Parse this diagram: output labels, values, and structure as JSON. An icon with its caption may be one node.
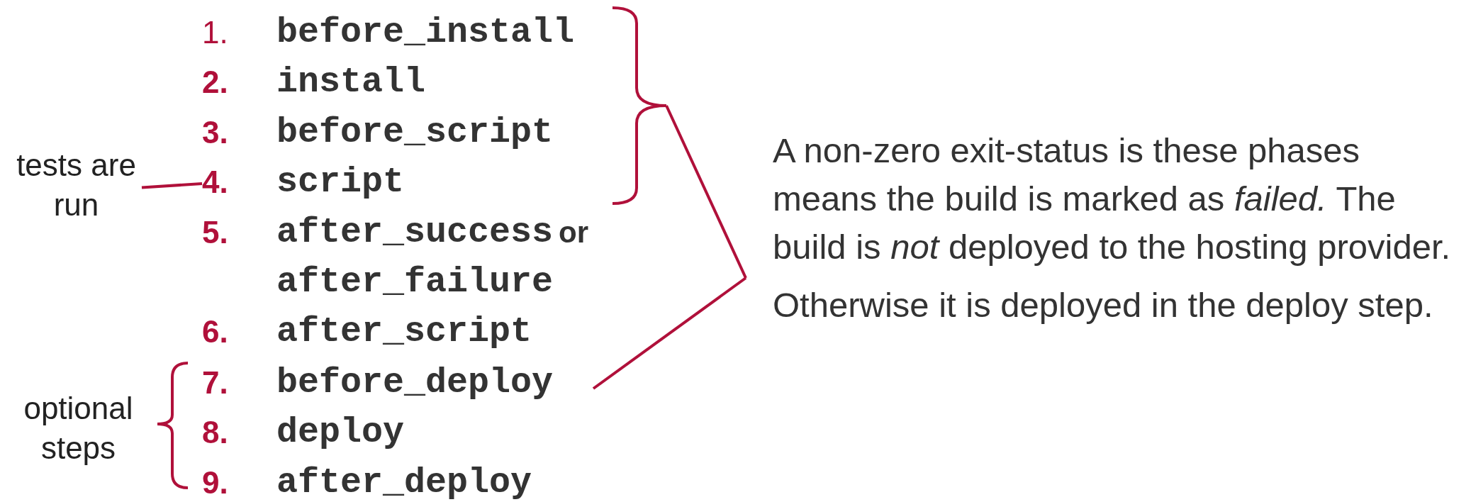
{
  "diagram": {
    "nodes": [
      {
        "text": [
          "1.",
          "before_install"
        ]
      },
      {
        "text": [
          "2.",
          "install"
        ]
      },
      {
        "text": [
          "3.",
          "before_script"
        ]
      },
      {
        "text": [
          "4.",
          "script"
        ]
      },
      {
        "text": [
          "5.",
          "after_success",
          "or",
          "after_failure"
        ]
      },
      {
        "text": [
          "6.",
          "after_script"
        ]
      },
      {
        "text": [
          "7.",
          "before_deploy"
        ]
      },
      {
        "text": [
          "8.",
          "deploy"
        ]
      },
      {
        "text": [
          "9.",
          "after_deploy"
        ]
      },
      {
        "text": [
          "tests are run"
        ]
      },
      {
        "text": [],
        "shape": "brace"
      },
      {
        "text": [
          "A non-zero exit-status is these phases means the build is marked as *failed.* The build is *not* deployed to the hosting provider.",
          "Otherwise it is deployed in the deploy step."
        ]
      }
    ],
    "edges": [
      {
        "from": 9,
        "to": 3,
        "arrow": "none"
      },
      {
        "from": 10,
        "to": 11,
        "arrow": "none"
      },
      {
        "from": 6,
        "to": 11,
        "arrow": "none"
      }
    ],
    "labels": [
      "optional steps"
    ]
  }
}
